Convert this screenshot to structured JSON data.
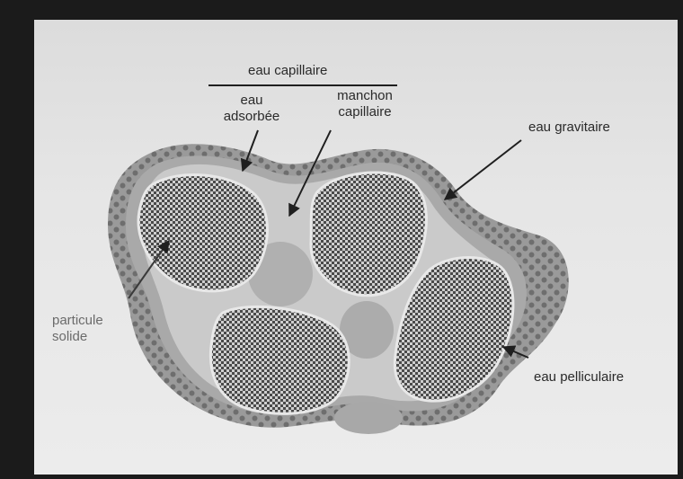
{
  "labels": {
    "eau_capillaire": "eau capillaire",
    "eau_adsorbee": [
      "eau",
      "adsorbée"
    ],
    "manchon_capillaire": [
      "manchon",
      "capillaire"
    ],
    "eau_gravitaire": "eau gravitaire",
    "particule_solide": [
      "particule",
      "solide"
    ],
    "eau_pelliculaire": "eau pelliculaire"
  },
  "colors": {
    "background": "#1b1b1b",
    "paper": "#e6e6e6",
    "outer_water": "#8f8f8f",
    "capillary_water": "#c9c9c9",
    "particle": "#5c5c5c",
    "text": "#2a2a2a",
    "grey_text": "#6b6b6b"
  }
}
